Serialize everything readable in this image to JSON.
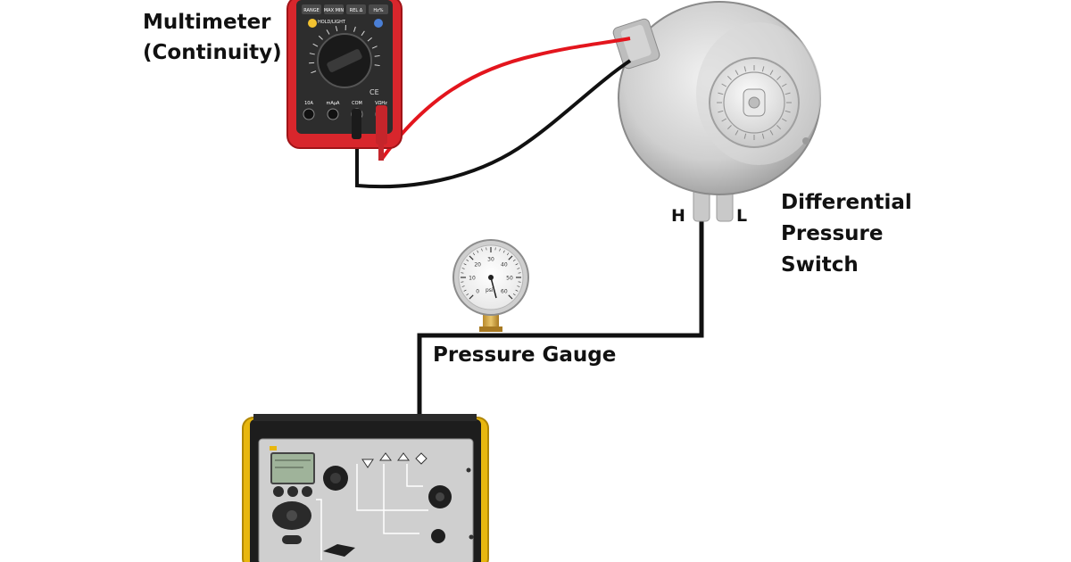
{
  "labels": {
    "multimeter_line1": "Multimeter",
    "multimeter_line2": "(Continuity)",
    "switch_line1": "Differential",
    "switch_line2": "Pressure",
    "switch_line3": "Switch",
    "port_high": "H",
    "port_low": "L",
    "gauge": "Pressure Gauge"
  },
  "multimeter": {
    "buttons": [
      "RANGE",
      "MAX MIN",
      "REL Δ",
      "Hz%"
    ],
    "hold_label": "HOLD/LIGHT",
    "jacks": [
      "10A",
      "mAμA",
      "COM",
      "VΩHz"
    ],
    "ce_mark": "CE"
  },
  "gauge": {
    "ticks": [
      "0",
      "10",
      "20",
      "30",
      "40",
      "50",
      "60"
    ],
    "unit": "psi"
  },
  "colors": {
    "wire_red": "#e3151d",
    "wire_black": "#111111",
    "tube": "#111111",
    "multimeter_body": "#d8262c",
    "calibrator_trim": "#e8b70f"
  }
}
